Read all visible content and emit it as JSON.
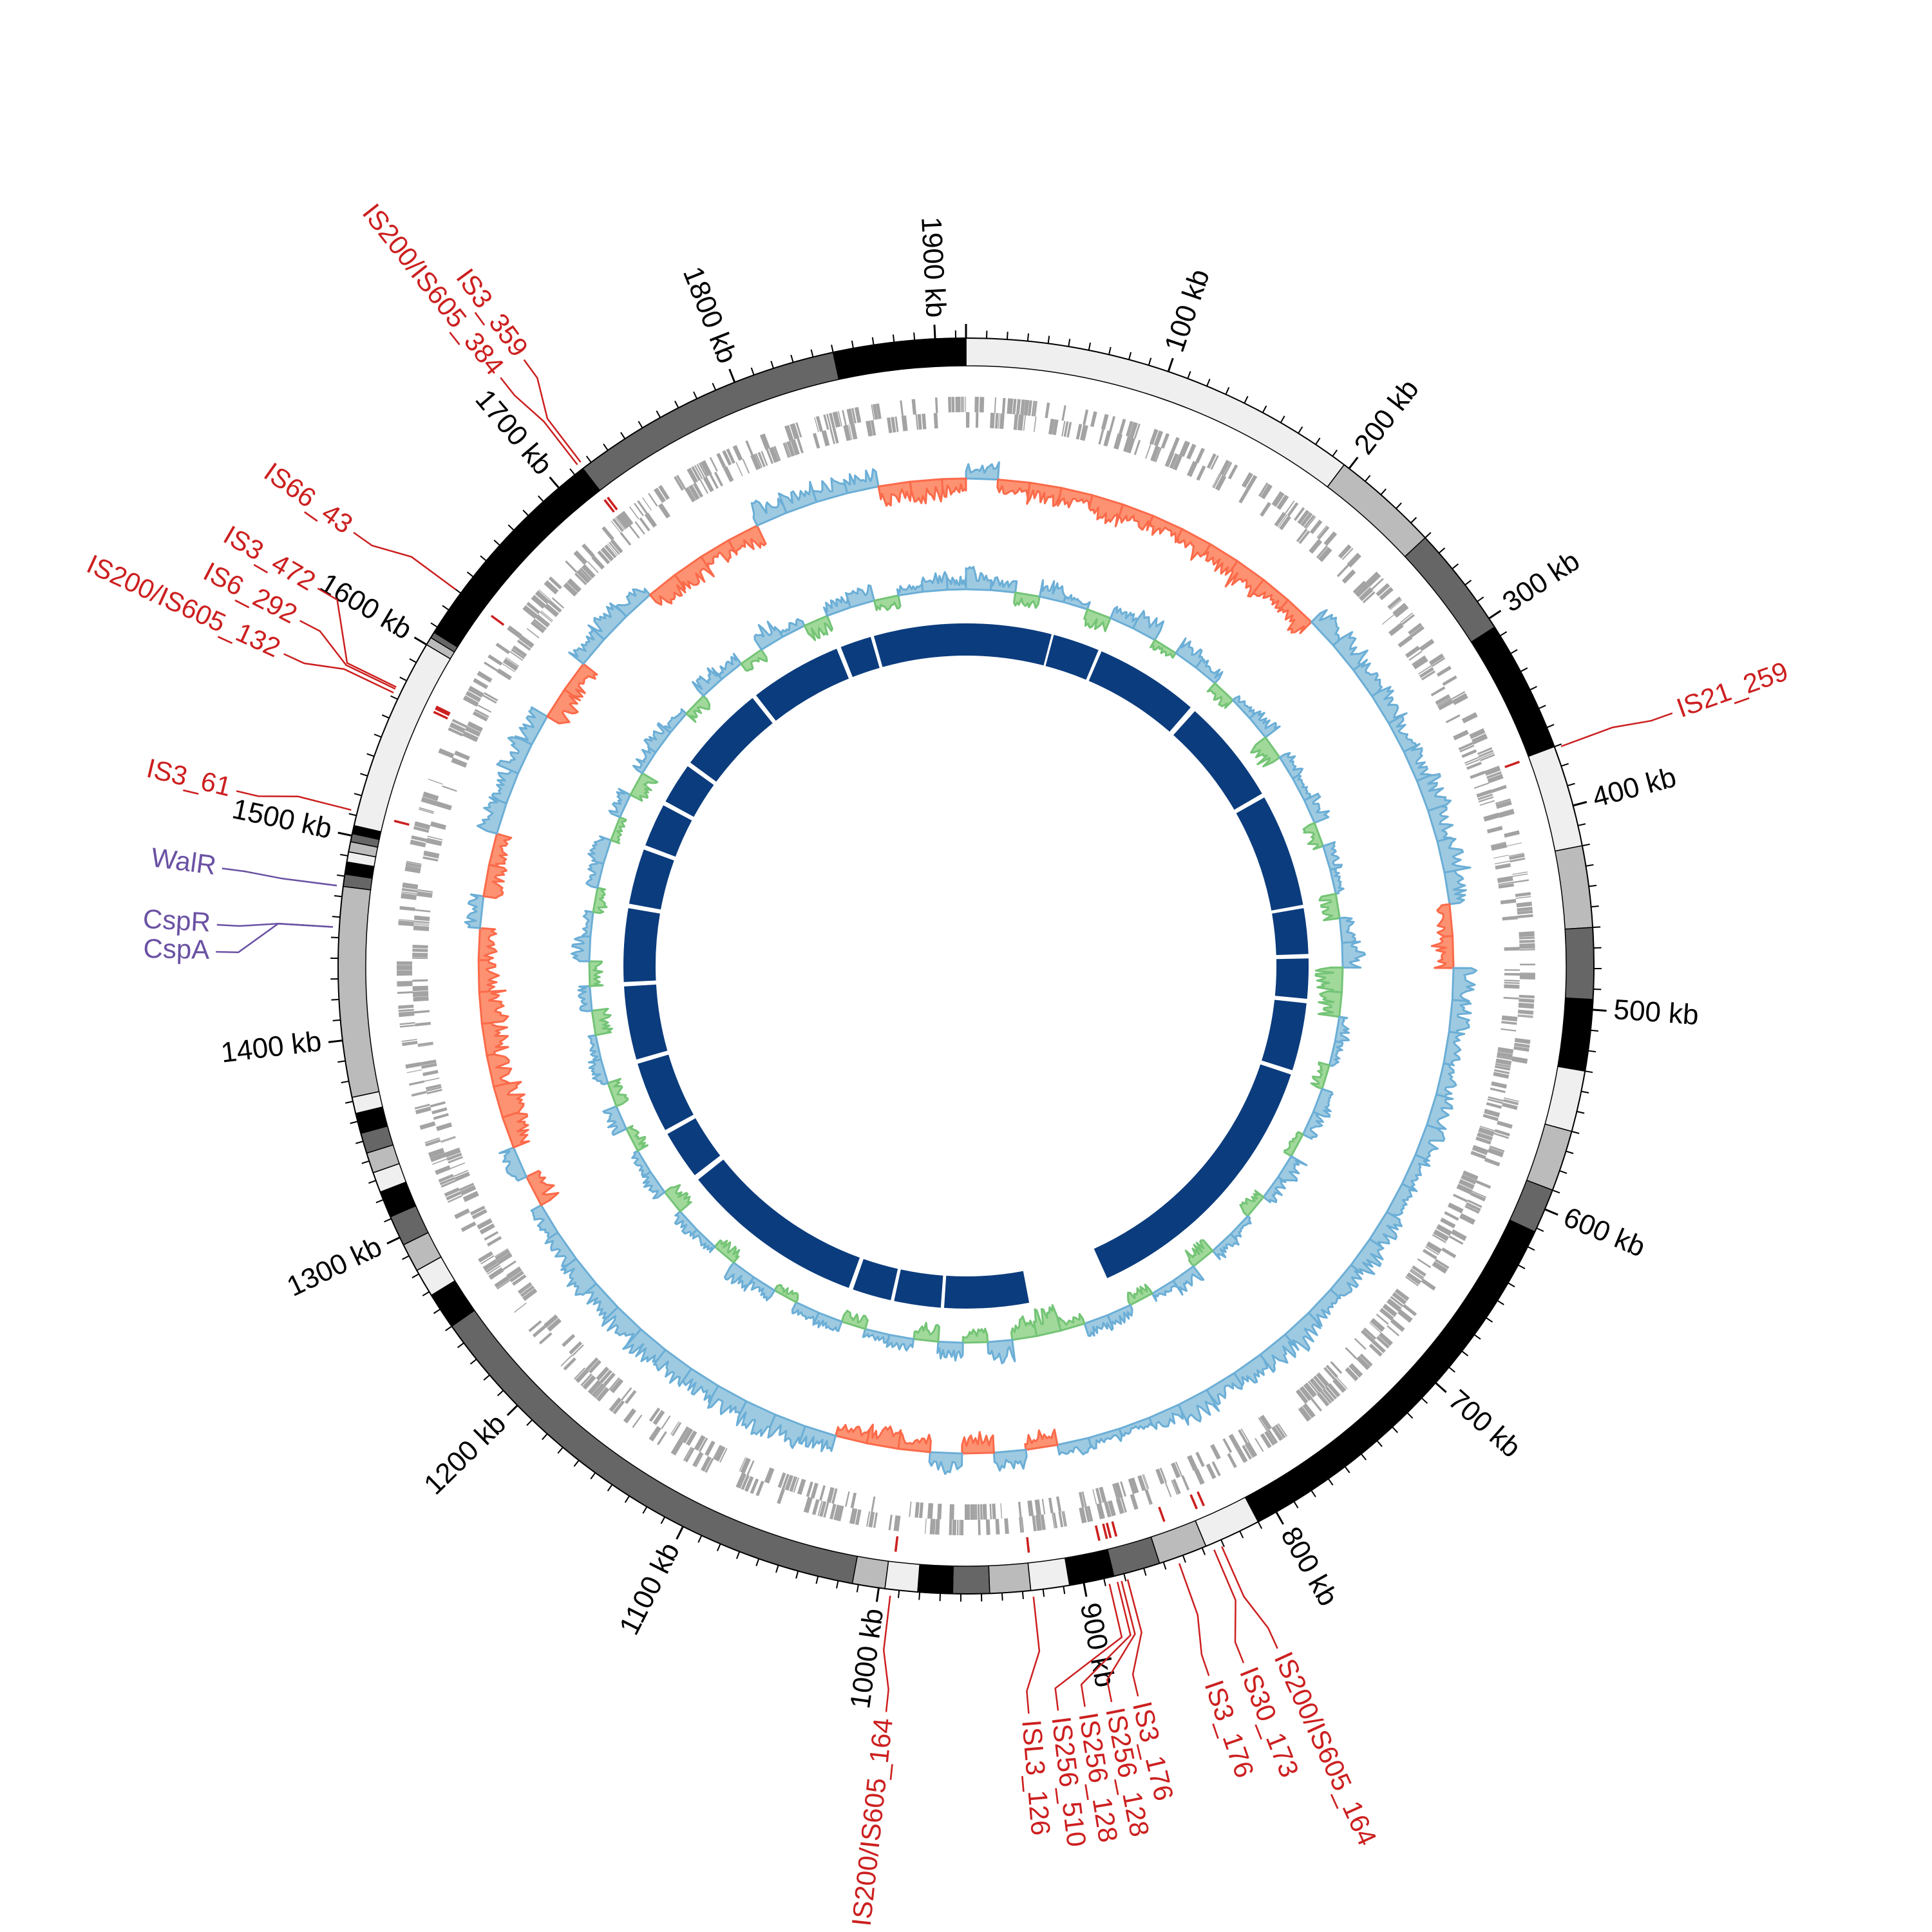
{
  "genome": {
    "length_kb": 1915
  },
  "colors": {
    "is_element": "#cc1f1f",
    "regulator": "#6a51a3",
    "gene": "#a3a3a3",
    "skew_pos_fill": "#9ecae1",
    "skew_pos_line": "#6baed6",
    "skew_neg_fill": "#fc9272",
    "skew_neg_line": "#fb6a4a",
    "gc_pos_fill": "#9ecae1",
    "gc_pos_line": "#6baed6",
    "gc_neg_fill": "#a1d99b",
    "gc_neg_line": "#74c476",
    "inner_ring": "#0b3c7d"
  },
  "ticks": {
    "minor_step_kb": 10,
    "major_step_kb": 100,
    "labels": [
      "100 kb",
      "200 kb",
      "300 kb",
      "400 kb",
      "500 kb",
      "600 kb",
      "700 kb",
      "800 kb",
      "900 kb",
      "1000 kb",
      "1100 kb",
      "1200 kb",
      "1300 kb",
      "1400 kb",
      "1500 kb",
      "1600 kb",
      "1700 kb",
      "1800 kb",
      "1900 kb"
    ]
  },
  "bands": [
    [
      0,
      197,
      "#efefef"
    ],
    [
      197,
      250,
      "#bbbbbb"
    ],
    [
      250,
      305,
      "#666666"
    ],
    [
      305,
      370,
      "#000000"
    ],
    [
      370,
      420,
      "#efefef"
    ],
    [
      420,
      460,
      "#bbbbbb"
    ],
    [
      460,
      495,
      "#666666"
    ],
    [
      495,
      530,
      "#000000"
    ],
    [
      530,
      560,
      "#efefef"
    ],
    [
      560,
      590,
      "#bbbbbb"
    ],
    [
      590,
      612,
      "#666666"
    ],
    [
      612,
      810,
      "#000000"
    ],
    [
      810,
      838,
      "#efefef"
    ],
    [
      838,
      862,
      "#bbbbbb"
    ],
    [
      862,
      885,
      "#666666"
    ],
    [
      885,
      907,
      "#000000"
    ],
    [
      907,
      926,
      "#efefef"
    ],
    [
      926,
      946,
      "#bbbbbb"
    ],
    [
      946,
      964,
      "#666666"
    ],
    [
      964,
      981,
      "#000000"
    ],
    [
      981,
      997,
      "#efefef"
    ],
    [
      997,
      1013,
      "#bbbbbb"
    ],
    [
      1013,
      1250,
      "#666666"
    ],
    [
      1250,
      1268,
      "#000000"
    ],
    [
      1268,
      1282,
      "#efefef"
    ],
    [
      1282,
      1296,
      "#bbbbbb"
    ],
    [
      1296,
      1311,
      "#666666"
    ],
    [
      1311,
      1324,
      "#000000"
    ],
    [
      1324,
      1334,
      "#efefef"
    ],
    [
      1334,
      1344,
      "#bbbbbb"
    ],
    [
      1344,
      1354,
      "#666666"
    ],
    [
      1354,
      1364,
      "#000000"
    ],
    [
      1364,
      1372,
      "#efefef"
    ],
    [
      1372,
      1475,
      "#bbbbbb"
    ],
    [
      1475,
      1481,
      "#666666"
    ],
    [
      1481,
      1487,
      "#000000"
    ],
    [
      1487,
      1492,
      "#efefef"
    ],
    [
      1492,
      1497,
      "#bbbbbb"
    ],
    [
      1497,
      1501,
      "#666666"
    ],
    [
      1501,
      1505,
      "#000000"
    ],
    [
      1505,
      1600,
      "#efefef"
    ],
    [
      1600,
      1604,
      "#bbbbbb"
    ],
    [
      1604,
      1607,
      "#666666"
    ],
    [
      1607,
      1715,
      "#000000"
    ],
    [
      1715,
      1850,
      "#666666"
    ],
    [
      1850,
      1915,
      "#000000"
    ]
  ],
  "features": [
    {
      "label": "IS21_259",
      "kb": 371,
      "type": "IS"
    },
    {
      "label": "IS3_359",
      "kb": 1716,
      "type": "IS"
    },
    {
      "label": "IS200/IS605_384",
      "kb": 1714,
      "type": "IS"
    },
    {
      "label": "IS66_43",
      "kb": 1630,
      "type": "IS"
    },
    {
      "label": "IS3_472",
      "kb": 1575,
      "type": "IS"
    },
    {
      "label": "IS6_292",
      "kb": 1574,
      "type": "IS"
    },
    {
      "label": "IS200/IS605_132",
      "kb": 1572,
      "type": "IS"
    },
    {
      "label": "IS3_61",
      "kb": 1512,
      "type": "IS"
    },
    {
      "label": "WalR",
      "kb": 1475,
      "type": "regulator"
    },
    {
      "label": "CspR",
      "kb": 1455,
      "type": "regulator"
    },
    {
      "label": "CspA",
      "kb": 1455,
      "type": "regulator"
    },
    {
      "label": "IS200/IS605_164",
      "kb": 994,
      "type": "IS"
    },
    {
      "label": "ISL3_126",
      "kb": 925,
      "type": "IS"
    },
    {
      "label": "IS256_510",
      "kb": 888,
      "type": "IS"
    },
    {
      "label": "IS256_128",
      "kb": 884,
      "type": "IS"
    },
    {
      "label": "IS256_128",
      "kb": 882,
      "type": "IS"
    },
    {
      "label": "IS3_176",
      "kb": 879,
      "type": "IS"
    },
    {
      "label": "IS3_176",
      "kb": 853,
      "type": "IS"
    },
    {
      "label": "IS30_173",
      "kb": 835,
      "type": "IS"
    },
    {
      "label": "IS200/IS605_164",
      "kb": 831,
      "type": "IS"
    }
  ],
  "gc_skew": {
    "bin_kb": 20,
    "values": [
      0.6,
      -0.5,
      -0.7,
      -0.6,
      -0.8,
      -0.7,
      -0.6,
      -0.8,
      -0.7,
      -0.9,
      -0.6,
      -0.8,
      0.7,
      0.8,
      0.6,
      0.7,
      0.5,
      0.6,
      0.8,
      0.7,
      0.9,
      0.6,
      -0.6,
      -0.7,
      0.8,
      0.7,
      0.5,
      0.6,
      0.7,
      0.8,
      0.6,
      0.5,
      0.7,
      0.8,
      0.6,
      0.7,
      0.9,
      0.8,
      0.7,
      0.6,
      0.8,
      0.5,
      0.3,
      0.4,
      0.5,
      -0.6,
      0.6,
      -0.7,
      0.7,
      -0.6,
      -0.7,
      -0.5,
      0.7,
      0.8,
      0.9,
      0.8,
      0.7,
      0.8,
      0.9,
      0.8,
      0.7,
      0.8,
      0.6,
      0.5,
      -0.7,
      0.5,
      -0.8,
      -0.9,
      -0.7,
      -0.8,
      -0.9,
      -0.7,
      -0.6,
      0.5,
      -0.7,
      -0.5,
      0.7,
      0.6,
      0.8,
      0.6,
      -0.8,
      -0.7,
      0.6,
      0.7,
      0.5,
      -0.7,
      -0.8,
      -0.6,
      -0.7,
      0.8,
      0.7,
      0.6,
      0.7,
      -0.7,
      -0.8,
      -0.6
    ]
  },
  "gc_content": {
    "bin_kb": 20,
    "values": [
      0.5,
      0.3,
      -0.3,
      0.4,
      0.2,
      -0.4,
      0.3,
      0.5,
      -0.2,
      0.4,
      0.3,
      -0.3,
      0.2,
      0.4,
      -0.5,
      0.3,
      0.2,
      0.4,
      -0.3,
      0.3,
      0.2,
      -0.4,
      0.3,
      0.5,
      -0.6,
      -0.5,
      0.3,
      0.2,
      -0.3,
      0.4,
      0.3,
      -0.2,
      0.4,
      0.3,
      -0.3,
      0.2,
      0.3,
      -0.4,
      0.4,
      0.2,
      -0.3,
      0.3,
      0.4,
      -0.3,
      -0.6,
      -0.5,
      0.5,
      -0.3,
      0.4,
      -0.4,
      0.3,
      0.2,
      -0.3,
      0.4,
      0.3,
      -0.2,
      0.3,
      0.4,
      -0.3,
      0.2,
      0.3,
      -0.4,
      0.3,
      0.2,
      -0.3,
      0.4,
      -0.3,
      0.3,
      0.2,
      -0.4,
      0.3,
      -0.3,
      0.4,
      0.2,
      -0.3,
      0.3,
      0.4,
      -0.2,
      0.3,
      -0.4,
      0.3,
      0.4,
      0.2,
      -0.3,
      0.4,
      0.3,
      -0.3,
      0.5,
      0.2,
      -0.4,
      0.3,
      0.4,
      -0.3,
      0.2,
      0.4,
      0.3
    ]
  },
  "inner_ring_segments": [
    [
      0,
      77
    ],
    [
      79,
      121
    ],
    [
      124,
      218
    ],
    [
      223,
      318
    ],
    [
      322,
      424
    ],
    [
      427,
      468
    ],
    [
      472,
      508
    ],
    [
      512,
      573
    ],
    [
      577,
      828
    ],
    [
      901,
      977
    ],
    [
      980,
      1022
    ],
    [
      1025,
      1060
    ],
    [
      1064,
      1231
    ],
    [
      1236,
      1280
    ],
    [
      1284,
      1348
    ],
    [
      1352,
      1418
    ],
    [
      1422,
      1488
    ],
    [
      1492,
      1542
    ],
    [
      1546,
      1585
    ],
    [
      1589,
      1626
    ],
    [
      1630,
      1710
    ],
    [
      1714,
      1797
    ],
    [
      1801,
      1829
    ],
    [
      1832,
      1915
    ]
  ]
}
